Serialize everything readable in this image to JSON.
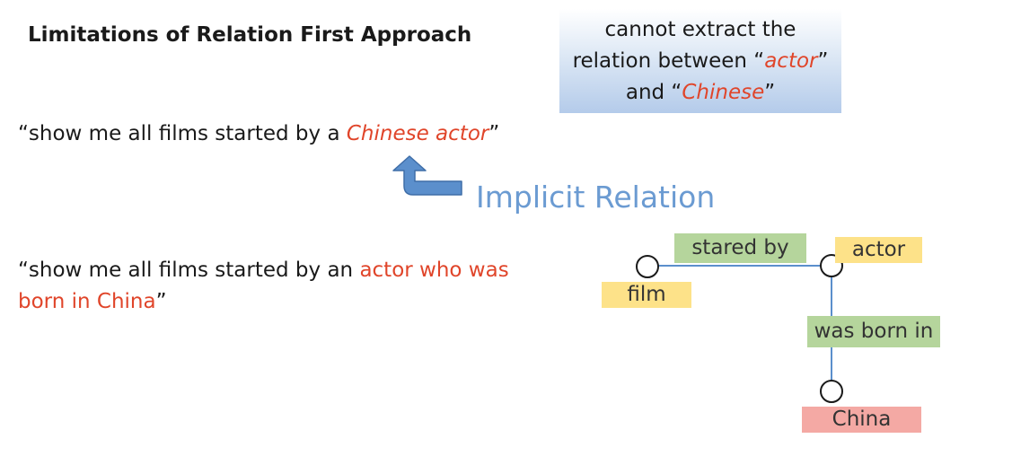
{
  "slide": {
    "title": "Limitations of Relation First Approach"
  },
  "callout": {
    "line1": "cannot extract the",
    "line2_prefix": "relation between “",
    "line2_em": "actor",
    "line2_suffix": "”",
    "line3_prefix": "and “",
    "line3_em": "Chinese",
    "line3_suffix": "”"
  },
  "query1": {
    "prefix": "“show me all films started by a ",
    "highlight": "Chinese actor",
    "suffix": "”"
  },
  "implicit_relation": "Implicit Relation",
  "query2": {
    "prefix": "“show me all films started by an ",
    "highlight_line1": "actor who was",
    "highlight_line2": "born in China",
    "suffix": "”"
  },
  "graph": {
    "nodes": {
      "film": "film",
      "actor": "actor",
      "china": "China"
    },
    "edges": {
      "stared_by": "stared by",
      "was_born_in": "was born in"
    }
  },
  "colors": {
    "accent_red": "#e0452a",
    "implicit_blue": "#6b9bd2",
    "arrow_blue": "#5b8fcc",
    "edge_line": "#5b8fcc",
    "tag_yellow": "#fde289",
    "tag_green": "#b5d59c",
    "tag_pink": "#f4a9a4"
  }
}
